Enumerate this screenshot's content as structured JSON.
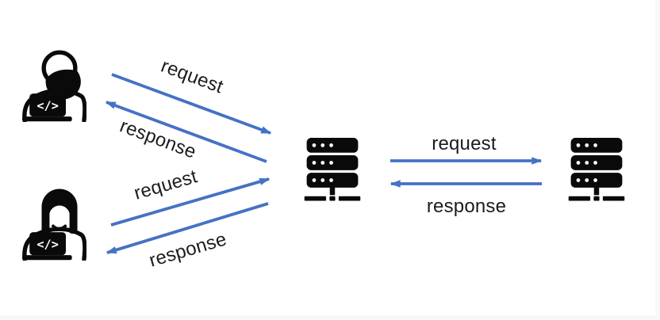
{
  "title": "client-server request-response diagram",
  "colors": {
    "arrow": "#4472C4",
    "text": "#1c1c1c",
    "icon": "#0a0a0a",
    "canvas": "#ffffff",
    "page": "#f7f8f9"
  },
  "icons": {
    "laptop_code_glyph": "</>"
  },
  "diagram": {
    "type": "architecture",
    "nodes": [
      {
        "id": "client-1",
        "icon": "developer-short-hair-icon"
      },
      {
        "id": "client-2",
        "icon": "developer-long-hair-icon"
      },
      {
        "id": "server-1",
        "icon": "server-icon"
      },
      {
        "id": "server-2",
        "icon": "server-icon"
      }
    ],
    "edges": [
      {
        "from": "client-1",
        "to": "server-1",
        "label": "request"
      },
      {
        "from": "server-1",
        "to": "client-1",
        "label": "response"
      },
      {
        "from": "client-2",
        "to": "server-1",
        "label": "request"
      },
      {
        "from": "server-1",
        "to": "client-2",
        "label": "response"
      },
      {
        "from": "server-1",
        "to": "server-2",
        "label": "request"
      },
      {
        "from": "server-2",
        "to": "server-1",
        "label": "response"
      }
    ]
  }
}
